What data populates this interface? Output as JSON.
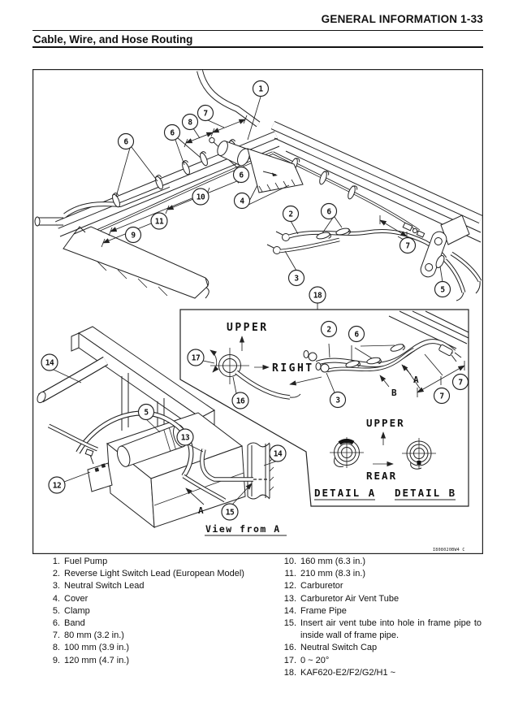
{
  "header": {
    "title": "GENERAL INFORMATION 1-33"
  },
  "section": {
    "title": "Cable, Wire, and Hose Routing"
  },
  "diagram": {
    "figure_code": "I808020BW4 C",
    "labels": {
      "upper_main": "UPPER",
      "right": "RIGHT",
      "upper_detail": "UPPER",
      "rear": "REAR",
      "detail_a": "DETAIL A",
      "detail_b": "DETAIL B",
      "view_from_a": "View from A",
      "point_a": "A",
      "point_b": "B",
      "view_arrow_a": "A"
    },
    "callouts": [
      "1",
      "7",
      "8",
      "6",
      "6",
      "6",
      "4",
      "10",
      "11",
      "9",
      "2",
      "6",
      "3",
      "7",
      "5",
      "18",
      "17",
      "16",
      "2",
      "6",
      "3",
      "7",
      "7",
      "14",
      "5",
      "13",
      "12",
      "14",
      "15"
    ]
  },
  "legend": {
    "left": [
      {
        "num": "1.",
        "text": "Fuel Pump"
      },
      {
        "num": "2.",
        "text": "Reverse Light Switch Lead (European Model)"
      },
      {
        "num": "3.",
        "text": "Neutral Switch Lead"
      },
      {
        "num": "4.",
        "text": "Cover"
      },
      {
        "num": "5.",
        "text": "Clamp"
      },
      {
        "num": "6.",
        "text": "Band"
      },
      {
        "num": "7.",
        "text": "80 mm (3.2 in.)"
      },
      {
        "num": "8.",
        "text": "100 mm (3.9 in.)"
      },
      {
        "num": "9.",
        "text": "120 mm (4.7 in.)"
      }
    ],
    "right": [
      {
        "num": "10.",
        "text": "160 mm (6.3 in.)"
      },
      {
        "num": "11.",
        "text": "210 mm (8.3 in.)"
      },
      {
        "num": "12.",
        "text": "Carburetor"
      },
      {
        "num": "13.",
        "text": "Carburetor Air Vent Tube"
      },
      {
        "num": "14.",
        "text": "Frame Pipe"
      },
      {
        "num": "15.",
        "text": "Insert air vent tube into hole in frame pipe to inside wall of frame pipe."
      },
      {
        "num": "16.",
        "text": "Neutral Switch Cap"
      },
      {
        "num": "17.",
        "text": "0 ~ 20°"
      },
      {
        "num": "18.",
        "text": "KAF620-E2/F2/G2/H1 ~"
      }
    ]
  }
}
